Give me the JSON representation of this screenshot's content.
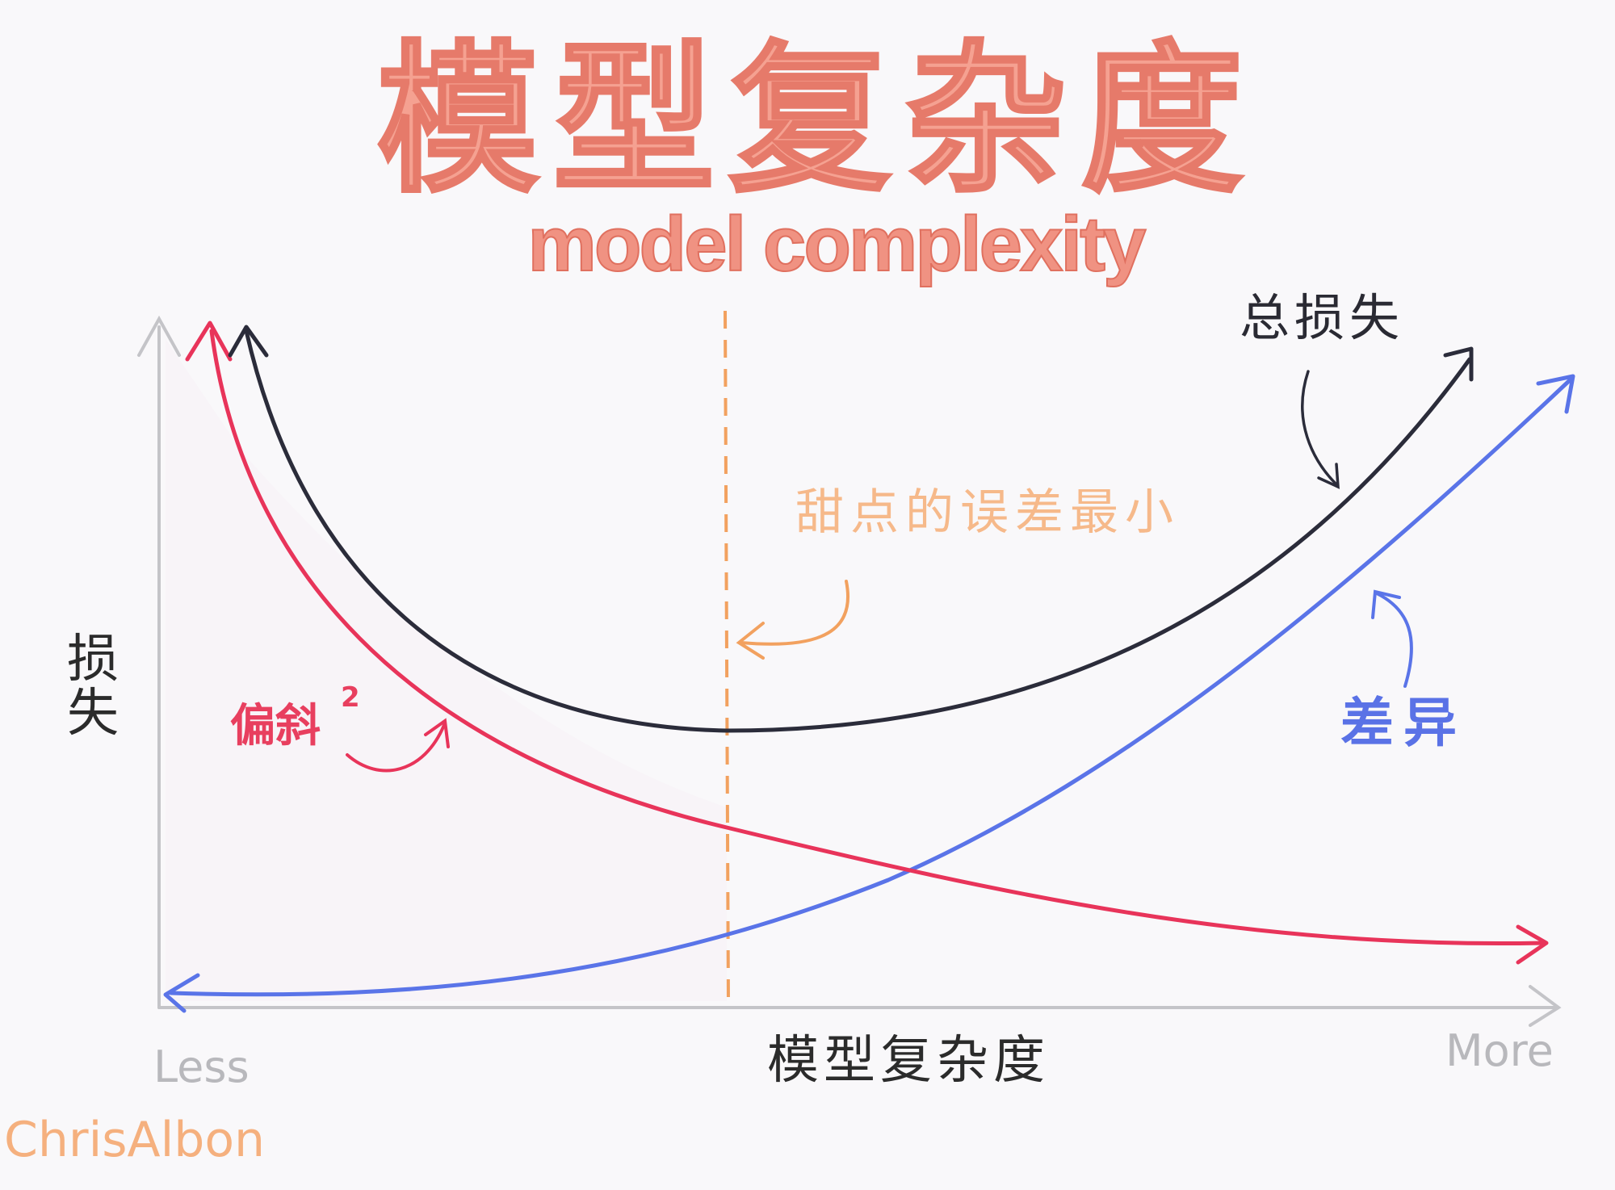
{
  "title": {
    "chinese": "模型复杂度",
    "english": "model complexity"
  },
  "axes": {
    "y_label": "损失",
    "x_label": "模型复杂度",
    "x_less": "Less",
    "x_more": "More"
  },
  "curves": {
    "total_loss": {
      "label": "总损失",
      "color": "#2b2c3a"
    },
    "bias": {
      "label": "偏斜",
      "superscript": "2",
      "color": "#e8345a"
    },
    "variance": {
      "label": "差异",
      "color": "#5a74e8"
    }
  },
  "sweet_spot": {
    "label": "甜点的误差最小",
    "color": "#f2a15f"
  },
  "signature": "ChrisAlbon",
  "colors": {
    "title": "#f5a191",
    "axis": "#c6c6c9",
    "background": "#f9f8fa"
  }
}
